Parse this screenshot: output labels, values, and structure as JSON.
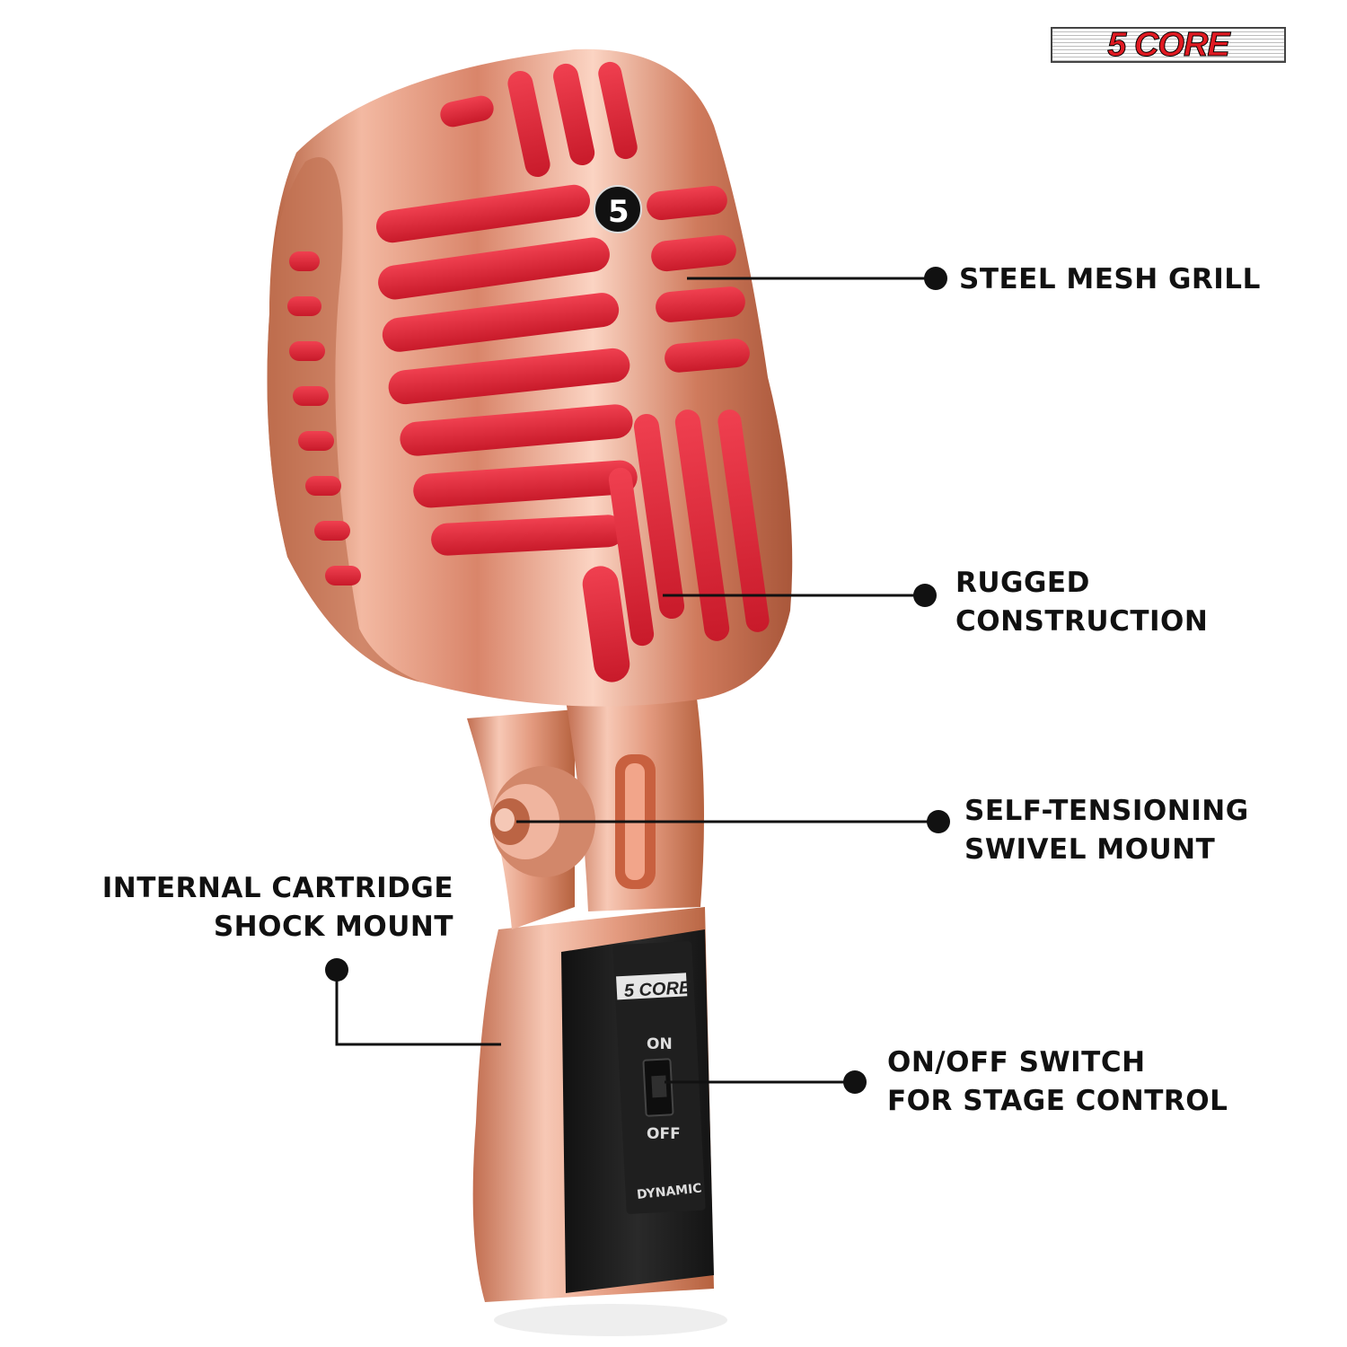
{
  "brand": {
    "logo_text": "5 CORE",
    "panel_logo_text": "5 CORE",
    "grill_badge": "5"
  },
  "callouts": {
    "grill": "STEEL MESH GRILL",
    "rugged_line1": "RUGGED",
    "rugged_line2": "CONSTRUCTION",
    "swivel_line1": "SELF-TENSIONING",
    "swivel_line2": "SWIVEL MOUNT",
    "cartridge_line1": "INTERNAL CARTRIDGE",
    "cartridge_line2": "SHOCK MOUNT",
    "switch_line1": "ON/OFF SWITCH",
    "switch_line2": "FOR STAGE CONTROL"
  },
  "switch_panel": {
    "on_label": "ON",
    "off_label": "OFF",
    "type_label": "DYNAMIC"
  },
  "colors": {
    "chrome": "#e8a088",
    "mesh": "#e0283a",
    "panel": "#1c1c1c",
    "text": "#111111"
  }
}
